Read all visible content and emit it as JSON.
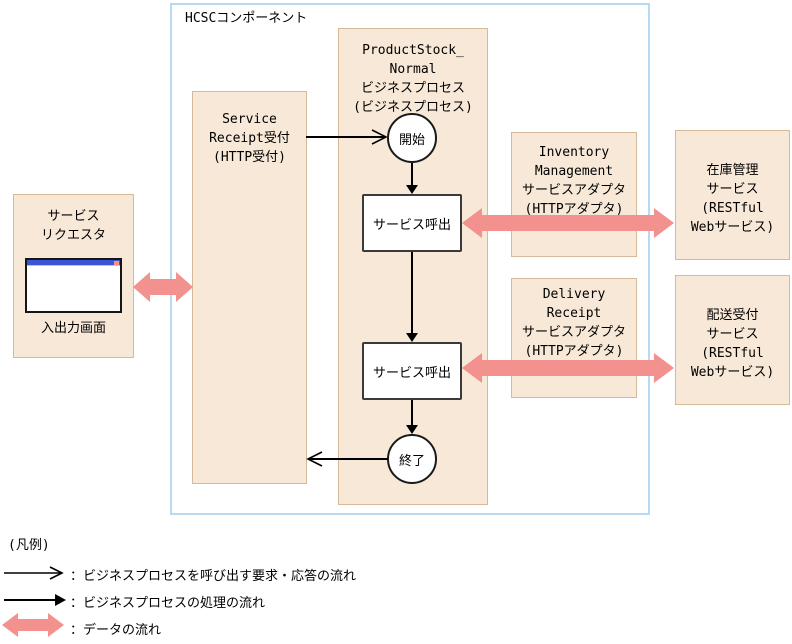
{
  "colors": {
    "peach_fill": "#f7e8d7",
    "peach_border": "#d5ba99",
    "hcsc_border": "#b8d9f2",
    "data_flow_pink": "#f2918e",
    "window_titlebar_blue": "#3a56d6",
    "arrow_black": "#000000"
  },
  "hcsc": {
    "title": "HCSCコンポーネント"
  },
  "requester": {
    "lines": [
      "サービス",
      "リクエスタ"
    ],
    "screen_label": "入出力画面"
  },
  "service_receipt": {
    "lines": [
      "Service",
      "Receipt受付",
      "(HTTP受付)"
    ]
  },
  "business_process": {
    "title_lines": [
      "ProductStock_",
      "Normal",
      "ビジネスプロセス",
      "(ビジネスプロセス)"
    ],
    "start_label": "開始",
    "call1_label": "サービス呼出",
    "call2_label": "サービス呼出",
    "end_label": "終了"
  },
  "adapters": {
    "inventory": {
      "lines": [
        "Inventory",
        "Management",
        "サービスアダプタ",
        "(HTTPアダプタ)"
      ]
    },
    "delivery": {
      "lines": [
        "Delivery",
        "Receipt",
        "サービスアダプタ",
        "(HTTPアダプタ)"
      ]
    }
  },
  "services": {
    "inventory": {
      "lines": [
        "在庫管理",
        "サービス",
        "(RESTful",
        "Webサービス)"
      ]
    },
    "delivery": {
      "lines": [
        "配送受付",
        "サービス",
        "(RESTful",
        "Webサービス)"
      ]
    }
  },
  "legend": {
    "title": "(凡例)",
    "items": [
      {
        "label": "：ビジネスプロセスを呼び出す要求・応答の流れ"
      },
      {
        "label": "：ビジネスプロセスの処理の流れ"
      },
      {
        "label": "：データの流れ"
      }
    ]
  }
}
